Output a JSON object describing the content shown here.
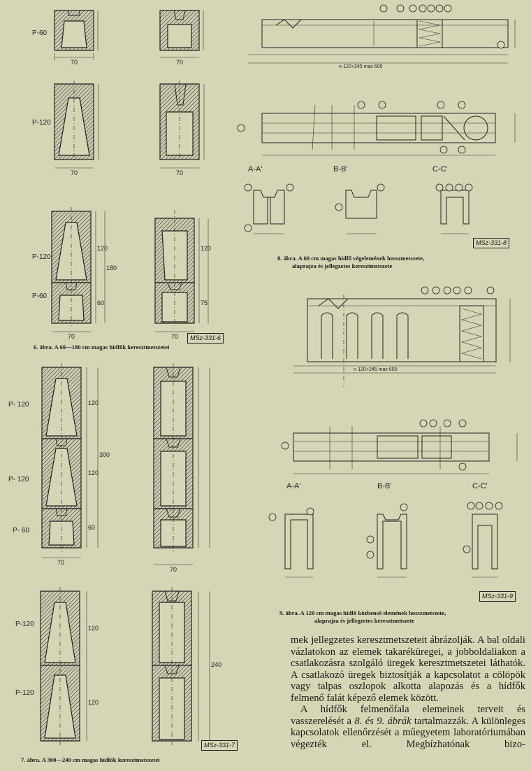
{
  "fig6": {
    "caption": "6. ábra. A 60—180 cm magas hídfők keresztmetszetei",
    "stamp": "MSz-331-6",
    "labels": {
      "p60": "P-60",
      "p120": "P-120",
      "p120b": "P-120",
      "p60b": "P-60"
    },
    "dims": {
      "d70a": "70",
      "d70b": "70",
      "d70c": "70",
      "d70d": "70",
      "d70e": "70",
      "d70f": "70",
      "d120a": "120",
      "d120b": "120",
      "d60": "60",
      "d180": "180",
      "d75": "75"
    }
  },
  "fig7": {
    "caption": "7. ábra. A 300—240 cm magas hídfők keresztmetszetei",
    "stamp": "MSz-331-7",
    "labels": {
      "a": "P- 120",
      "b": "P- 120",
      "c": "P- 60",
      "d": "P-120",
      "e": "P-120"
    },
    "dims": {
      "d120a": "120",
      "d120b": "120",
      "d60": "60",
      "d300": "300",
      "d70a": "70",
      "d70b": "70",
      "d240": "240",
      "d120c": "120",
      "d120d": "120"
    }
  },
  "fig8": {
    "caption_line1": "8. ábra. A 60 cm magas hídfő végelemének hosszmetszete,",
    "caption_line2": "alaprajza és jellegzetes keresztmetszete",
    "stamp": "MSz-331-8",
    "sections": {
      "aa": "A-A'",
      "bb": "B-B'",
      "cc": "C-C'"
    },
    "dimline": "n·120+245 max 600"
  },
  "fig9": {
    "caption_line1": "9. ábra. A 120 cm magas hídfő közbenső elemének hosszmetszete,",
    "caption_line2": "alaprajza és jellegzetes keresztmetszete",
    "stamp": "MSz-331-9",
    "sections": {
      "aa": "A-A'",
      "bb": "B-B'",
      "cc": "C-C'"
    },
    "dimline": "n·120+245 max 600"
  },
  "text": {
    "p1": "mek jellegzetes keresztmetszeteit ábrázolják. A bal oldali vázlatokon az elemek takaréküregei, a jobboldaliakon a csatlakozásra szolgáló üregek keresztmetszetei láthatók. A csatlakozó üregek biztosítják a kapcsolatot a cölöpök vagy talpas oszlopok alkotta alapozás és a hídfők felmenő falát képező elemek között.",
    "p2_a": "A hídfők felmenőfala elemeinek terveit és vasszerelését a ",
    "p2_ref": "8. és 9. ábrák",
    "p2_b": " tartalmazzák. A különleges kapcsolatok ellenőrzését a műegyetem laboratóriumában végezték el. Megbízhatónak bizo-"
  }
}
